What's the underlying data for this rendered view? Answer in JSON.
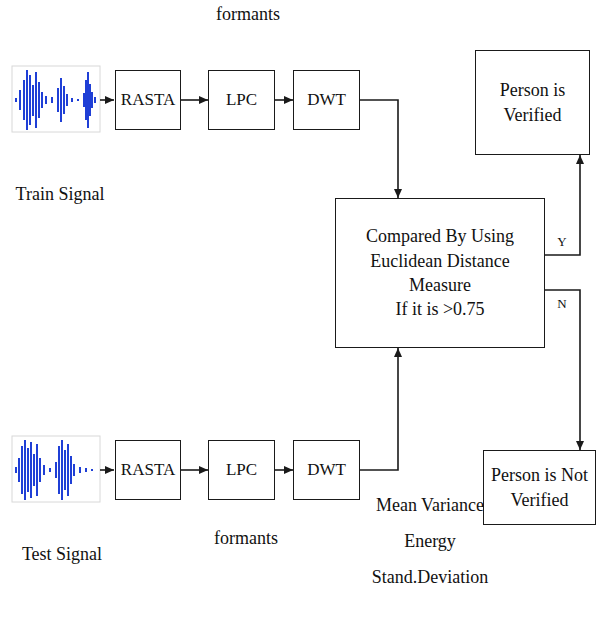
{
  "diagram": {
    "nodes": [
      {
        "text": [
          "RASTA"
        ]
      },
      {
        "text": [
          "LPC"
        ]
      },
      {
        "text": [
          "DWT"
        ]
      },
      {
        "text": [
          "Person is Verified"
        ]
      },
      {
        "text": [
          "Compared By Using Euclidean Distance Measure",
          "If it is >0.75"
        ]
      },
      {
        "text": [
          "RASTA"
        ]
      },
      {
        "text": [
          "LPC"
        ]
      },
      {
        "text": [
          "DWT"
        ]
      },
      {
        "text": [
          "Person is Not Verified"
        ]
      }
    ],
    "edges": [
      {
        "from": 0,
        "to": 1,
        "arrow": "to"
      },
      {
        "from": 1,
        "to": 2,
        "arrow": "to"
      },
      {
        "from": 2,
        "to": 4,
        "arrow": "to"
      },
      {
        "from": 5,
        "to": 6,
        "arrow": "to"
      },
      {
        "from": 6,
        "to": 7,
        "arrow": "to"
      },
      {
        "from": 7,
        "to": 4,
        "arrow": "to"
      },
      {
        "from": 4,
        "to": 3,
        "label": "Y",
        "arrow": "to"
      },
      {
        "from": 4,
        "to": 8,
        "label": "N",
        "arrow": "to"
      }
    ],
    "labels": [
      "formants",
      "Train Signal",
      "Mean Variance Energy Stand.Deviation",
      "formants",
      "Test Signal"
    ]
  }
}
